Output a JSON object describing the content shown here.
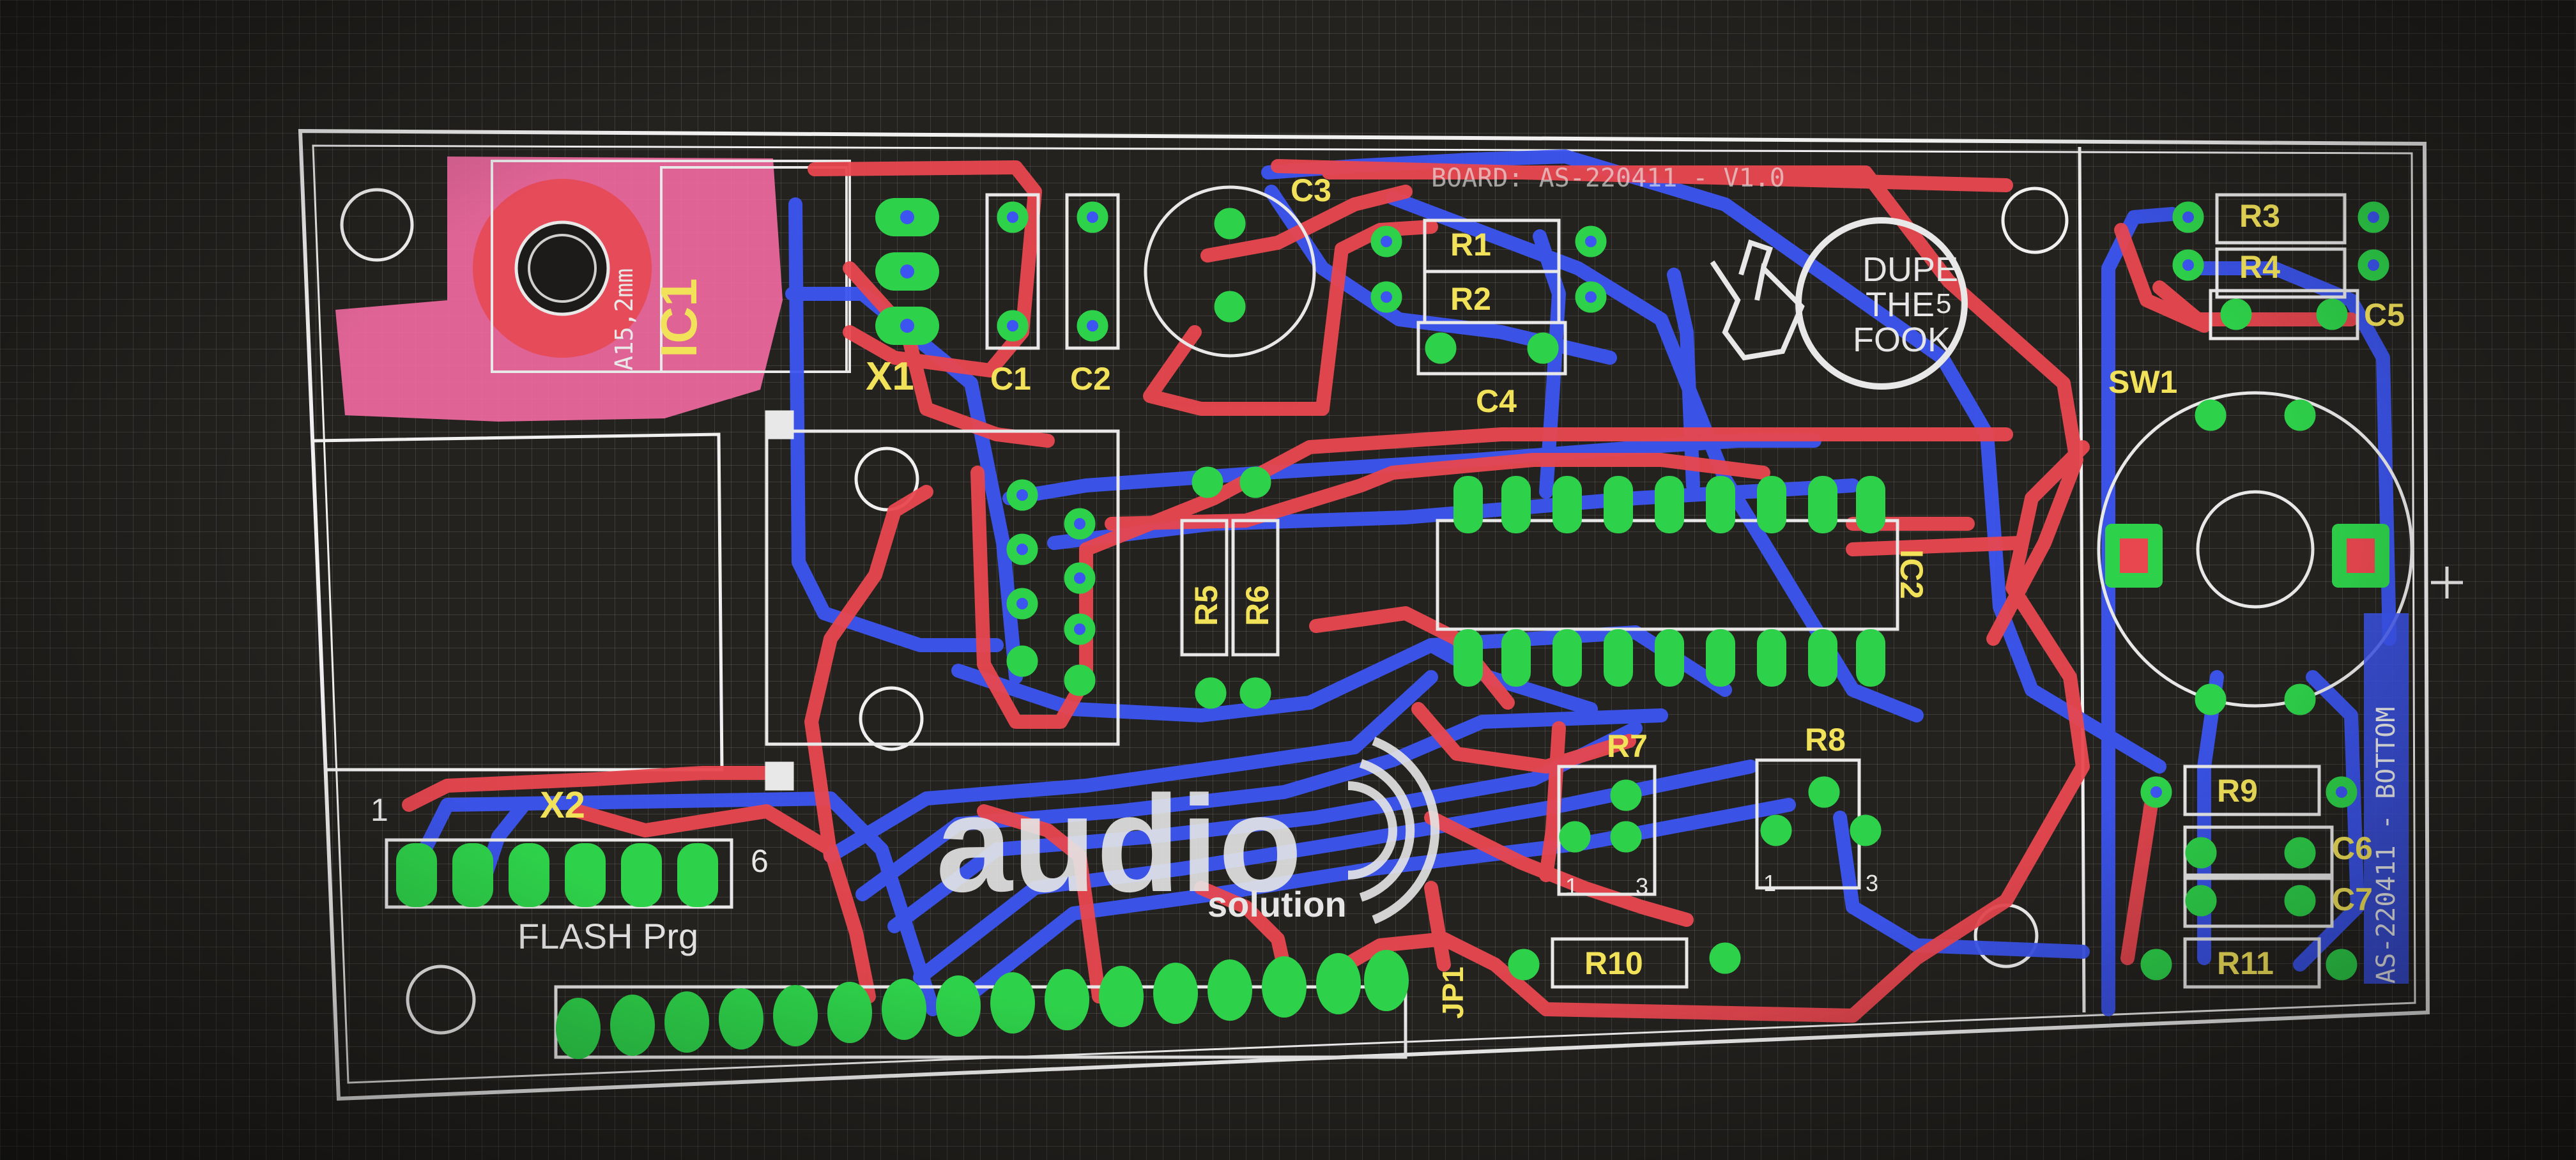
{
  "colors": {
    "top_copper": "#e8474f",
    "bottom_copper": "#3c55f0",
    "pad": "#2ed14a",
    "silkscreen": "#e8e8e8",
    "names": "#f2e25a",
    "heatsink": "#f06aa0",
    "grid_background": "#24221f"
  },
  "board": {
    "title": "BOARD: AS-220411  - V1.0",
    "heatsink_note": "A15,2mm",
    "logo_dupe": [
      "DUPE",
      "THE",
      "FOOK"
    ],
    "logo_dupe_mark": "5",
    "audio_logo_word": "audio",
    "audio_logo_sub": "solution",
    "flash_label": "FLASH Prg",
    "side_text": "AS-220411 - BOTTOM",
    "pin_markers": {
      "first": "1",
      "last": "6",
      "r_first": "1",
      "r_last": "3"
    }
  },
  "components": {
    "ic1": "IC1",
    "ic2": "IC2",
    "x1": "X1",
    "x2": "X2",
    "c1": "C1",
    "c2": "C2",
    "c3": "C3",
    "c4": "C4",
    "c5": "C5",
    "c6": "C6",
    "c7": "C7",
    "r1": "R1",
    "r2": "R2",
    "r3": "R3",
    "r4": "R4",
    "r5": "R5",
    "r6": "R6",
    "r7": "R7",
    "r8": "R8",
    "r9": "R9",
    "r10": "R10",
    "r11": "R11",
    "sw1": "SW1",
    "jp1": "JP1"
  },
  "icons": [
    "mounting-hole-icon",
    "hand-logo-icon",
    "audio-waves-icon",
    "crosshair-cursor-icon"
  ]
}
